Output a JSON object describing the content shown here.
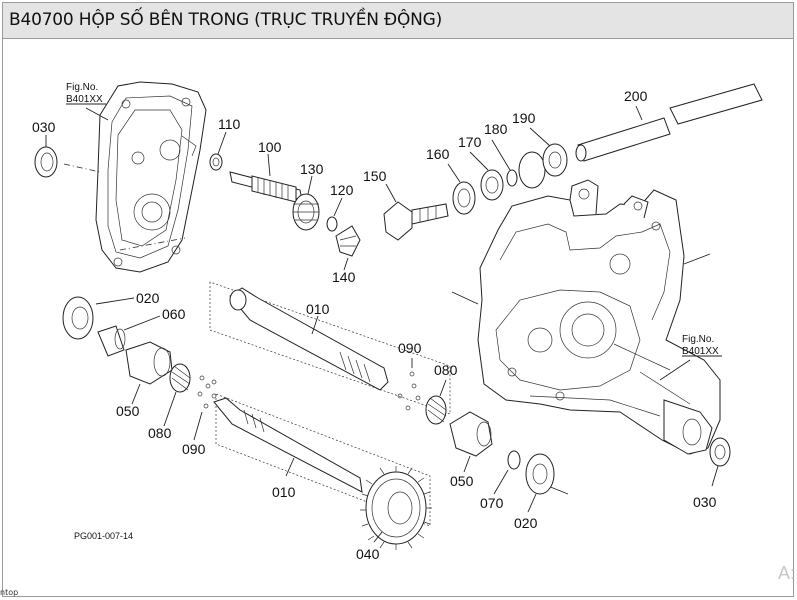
{
  "header": {
    "title": "B40700 HỘP SỐ BÊN TRONG (TRỤC TRUYỀN ĐỘNG)"
  },
  "figure_refs": {
    "left": [
      "Fig.No.",
      "B401XX"
    ],
    "right": [
      "Fig.No.",
      "B401XX"
    ]
  },
  "drawing_code": "PG001-007-14",
  "watermark_text": "A:",
  "bottom_text": "ntop",
  "parts": [
    {
      "id": "p030a",
      "label": "030"
    },
    {
      "id": "p110",
      "label": "110"
    },
    {
      "id": "p100",
      "label": "100"
    },
    {
      "id": "p130",
      "label": "130"
    },
    {
      "id": "p120",
      "label": "120"
    },
    {
      "id": "p140",
      "label": "140"
    },
    {
      "id": "p150",
      "label": "150"
    },
    {
      "id": "p160",
      "label": "160"
    },
    {
      "id": "p170",
      "label": "170"
    },
    {
      "id": "p180",
      "label": "180"
    },
    {
      "id": "p190",
      "label": "190"
    },
    {
      "id": "p200",
      "label": "200"
    },
    {
      "id": "p020a",
      "label": "020"
    },
    {
      "id": "p060",
      "label": "060"
    },
    {
      "id": "p050a",
      "label": "050"
    },
    {
      "id": "p080a",
      "label": "080"
    },
    {
      "id": "p090a",
      "label": "090"
    },
    {
      "id": "p010a",
      "label": "010"
    },
    {
      "id": "p090b",
      "label": "090"
    },
    {
      "id": "p080b",
      "label": "080"
    },
    {
      "id": "p010b",
      "label": "010"
    },
    {
      "id": "p040",
      "label": "040"
    },
    {
      "id": "p050b",
      "label": "050"
    },
    {
      "id": "p070",
      "label": "070"
    },
    {
      "id": "p020b",
      "label": "020"
    },
    {
      "id": "p030b",
      "label": "030"
    }
  ]
}
